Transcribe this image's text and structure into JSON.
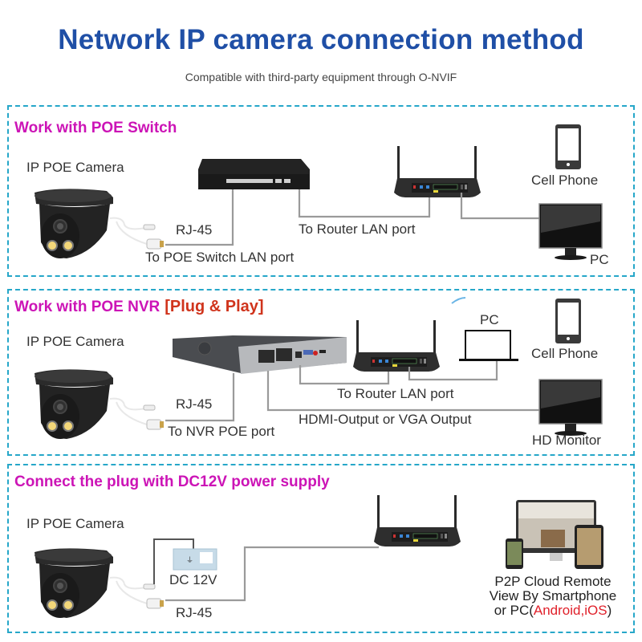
{
  "header": {
    "title": "Network IP camera connection method",
    "subtitle": "Compatible with third-party equipment through O-NVIF"
  },
  "colors": {
    "title": "#1f4fa6",
    "section_title": "#cc14b6",
    "plug_and_play": "#d0341c",
    "panel_border": "#26a7c9",
    "cable": "#9a9a9a",
    "highlight": "#e0202a"
  },
  "sections": [
    {
      "title": "Work with POE Switch",
      "labels": {
        "camera": "IP POE Camera",
        "rj45": "RJ-45",
        "camera_port": "To POE Switch LAN port",
        "router_port": "To Router LAN port",
        "phone": "Cell Phone",
        "pc": "PC"
      },
      "devices": [
        "ip-camera",
        "poe-switch",
        "router",
        "cell-phone",
        "pc-monitor"
      ]
    },
    {
      "title": "Work with POE NVR",
      "badge": "[Plug & Play]",
      "labels": {
        "camera": "IP POE Camera",
        "rj45": "RJ-45",
        "camera_port": "To NVR POE port",
        "router_port": "To Router LAN port",
        "video_output": "HDMI-Output or VGA Output",
        "pc": "PC",
        "phone": "Cell Phone",
        "monitor": "HD Monitor"
      },
      "devices": [
        "ip-camera",
        "nvr",
        "router",
        "laptop",
        "cell-phone",
        "hd-monitor"
      ]
    },
    {
      "title": "Connect the plug with DC12V power supply",
      "labels": {
        "camera": "IP POE Camera",
        "power": "DC 12V",
        "rj45": "RJ-45",
        "remote_line1": "P2P Cloud Remote",
        "remote_line2": "View By Smartphone",
        "remote_line3_prefix": "or PC(",
        "remote_line3_highlight": "Android,iOS",
        "remote_line3_suffix": ")"
      },
      "devices": [
        "ip-camera",
        "power-socket",
        "router",
        "remote-view-devices"
      ]
    }
  ]
}
